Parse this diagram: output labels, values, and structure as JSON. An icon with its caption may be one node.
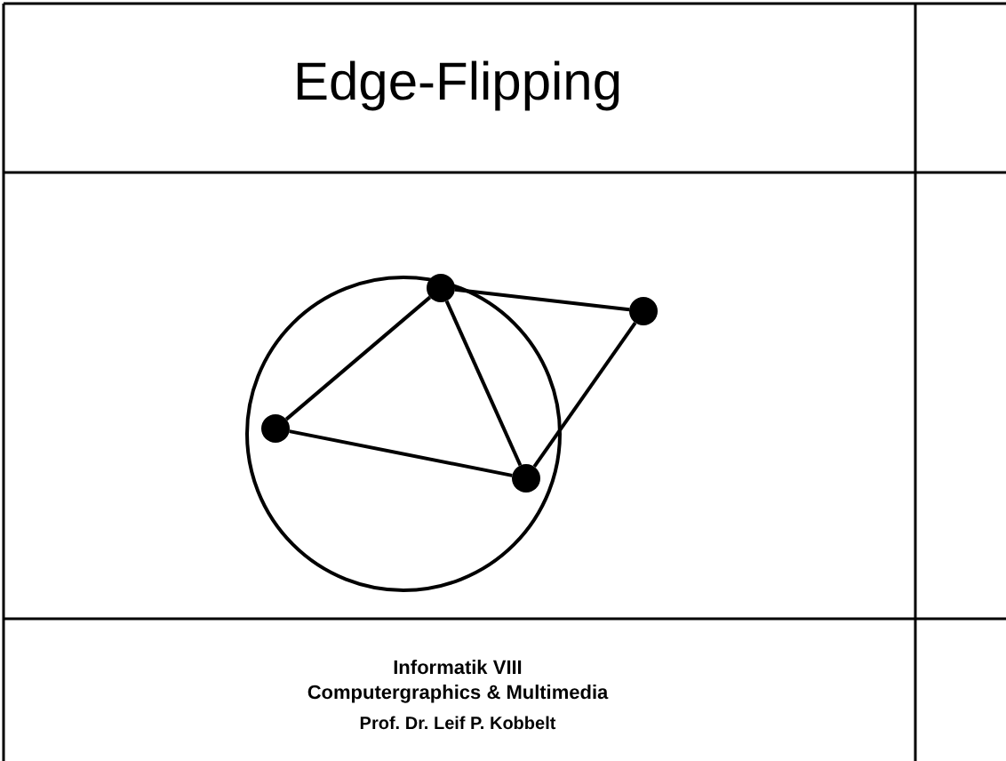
{
  "diagram": {
    "title": "Edge-Flipping",
    "nodes": [
      {
        "text": [],
        "shape": "circle"
      },
      {
        "text": [],
        "shape": "circle"
      },
      {
        "text": [],
        "shape": "circle"
      },
      {
        "text": [],
        "shape": "circle"
      }
    ],
    "edges": [
      {
        "from": 0,
        "to": 1,
        "arrow": "none"
      },
      {
        "from": 0,
        "to": 2,
        "arrow": "none"
      },
      {
        "from": 0,
        "to": 3,
        "arrow": "none"
      },
      {
        "from": 1,
        "to": 3,
        "arrow": "none"
      },
      {
        "from": 2,
        "to": 3,
        "arrow": "none"
      }
    ],
    "labels": [
      "Informatik VIII",
      "Computergraphics & Multimedia",
      "Prof. Dr. Leif P. Kobbelt"
    ]
  }
}
